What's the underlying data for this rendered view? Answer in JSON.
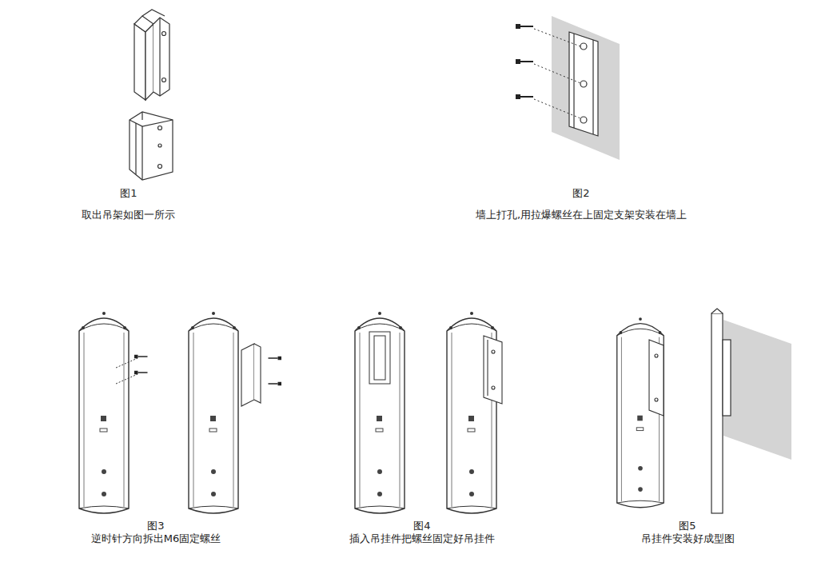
{
  "diagram": {
    "labels": [
      "图1",
      "取出吊架如图一所示",
      "图2",
      "墙上打孔,用拉爆螺丝在上固定支架安装在墙上",
      "图3",
      "逆时针方向拆出M6固定螺丝",
      "图4",
      "插入吊挂件把螺丝固定好吊挂件",
      "图5",
      "吊挂件安装好成型图"
    ]
  }
}
